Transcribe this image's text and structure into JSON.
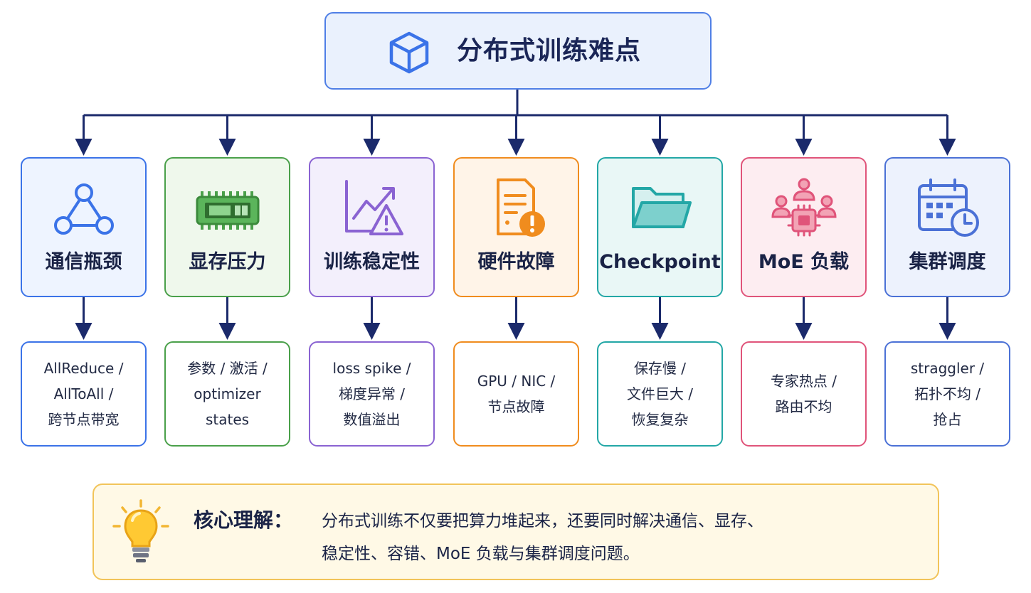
{
  "title": "分布式训练难点",
  "colors": {
    "connector": "#1b2a6b",
    "title_border": "#4f7fe6",
    "title_fill": "#eaf1fd",
    "insight_border": "#f2c45a",
    "insight_fill": "#fff9e6"
  },
  "categories": [
    {
      "label": "通信瓶颈",
      "icon": "network-triangle-icon",
      "color": "#3b73e8",
      "fill": "#eef4ff",
      "details": [
        "AllReduce /",
        "AllToAll /",
        "跨节点带宽"
      ]
    },
    {
      "label": "显存压力",
      "icon": "memory-chip-icon",
      "color": "#4aa04a",
      "fill": "#eff8ec",
      "details": [
        "参数 / 激活 /",
        "optimizer",
        "states"
      ]
    },
    {
      "label": "训练稳定性",
      "icon": "chart-warning-icon",
      "color": "#8a63d2",
      "fill": "#f3effc",
      "details": [
        "loss spike /",
        "梯度异常 /",
        "数值溢出"
      ]
    },
    {
      "label": "硬件故障",
      "icon": "document-alert-icon",
      "color": "#f08c1e",
      "fill": "#fff4e8",
      "details": [
        "GPU / NIC /",
        "节点故障"
      ]
    },
    {
      "label": "Checkpoint",
      "icon": "folder-icon",
      "color": "#23a7a6",
      "fill": "#e9f7f6",
      "details": [
        "保存慢 /",
        "文件巨大 /",
        "恢复复杂"
      ]
    },
    {
      "label": "MoE 负载",
      "icon": "experts-chip-icon",
      "color": "#e0547a",
      "fill": "#fdedf1",
      "details": [
        "专家热点 /",
        "路由不均"
      ]
    },
    {
      "label": "集群调度",
      "icon": "calendar-clock-icon",
      "color": "#4b71d6",
      "fill": "#edf2fd",
      "details": [
        "straggler /",
        "拓扑不均 /",
        "抢占"
      ]
    }
  ],
  "insight": {
    "icon": "lightbulb-icon",
    "label": "核心理解：",
    "lines": [
      "分布式训练不仅要把算力堆起来，还要同时解决通信、显存、",
      "稳定性、容错、MoE 负载与集群调度问题。"
    ]
  }
}
